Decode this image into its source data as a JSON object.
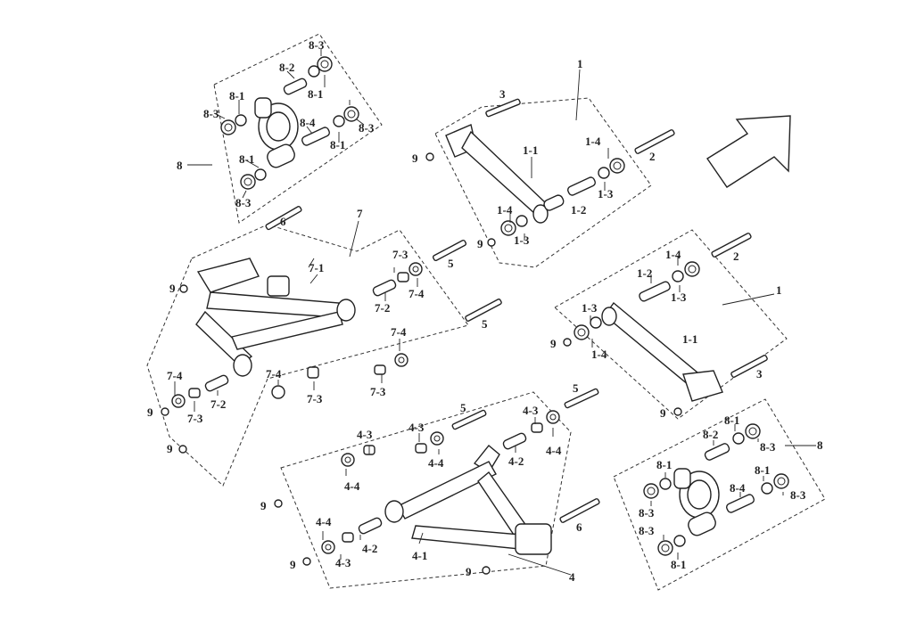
{
  "labels": {
    "l1": "1",
    "l1_1": "1-1",
    "l1_2": "1-2",
    "l1_3a": "1-3",
    "l1_3b": "1-3",
    "l1_4a": "1-4",
    "l1_4b": "1-4",
    "l2": "2",
    "l3": "3",
    "l9a": "9",
    "l9b": "9",
    "r1": "1",
    "r1_1": "1-1",
    "r1_2": "1-2",
    "r1_3a": "1-3",
    "r1_3b": "1-3",
    "r1_4a": "1-4",
    "r1_4b": "1-4",
    "r2": "2",
    "r3": "3",
    "r9a": "9",
    "r9b": "9",
    "t8": "8",
    "t8_1a": "8-1",
    "t8_1b": "8-1",
    "t8_1c": "8-1",
    "t8_2": "8-2",
    "t8_3a": "8-3",
    "t8_3b": "8-3",
    "t8_3c": "8-3",
    "t8_3d": "8-3",
    "t8_4": "8-4",
    "b8": "8",
    "b8_1a": "8-1",
    "b8_1b": "8-1",
    "b8_1c": "8-1",
    "b8_1d": "8-1",
    "b8_2": "8-2",
    "b8_3a": "8-3",
    "b8_3b": "8-3",
    "b8_3c": "8-3",
    "b8_3d": "8-3",
    "b8_4": "8-4",
    "s7": "7",
    "s7_1": "7-1",
    "s7_2a": "7-2",
    "s7_2b": "7-2",
    "s7_3a": "7-3",
    "s7_3b": "7-3",
    "s7_3c": "7-3",
    "s7_3d": "7-3",
    "s7_4a": "7-4",
    "s7_4b": "7-4",
    "s7_4c": "7-4",
    "s7_4d": "7-4",
    "s5a": "5",
    "s5b": "5",
    "s5c": "5",
    "s5d": "5",
    "s6a": "6",
    "s6b": "6",
    "s9a": "9",
    "s9b": "9",
    "s9c": "9",
    "s9d": "9",
    "s9e": "9",
    "s4": "4",
    "s4_1": "4-1",
    "s4_2a": "4-2",
    "s4_2b": "4-2",
    "s4_3a": "4-3",
    "s4_3b": "4-3",
    "s4_3c": "4-3",
    "s4_3d": "4-3",
    "s4_4a": "4-4",
    "s4_4b": "4-4",
    "s4_4c": "4-4",
    "s4_4d": "4-4"
  },
  "icons": {
    "direction_arrow": "forward-direction-arrow-icon"
  }
}
